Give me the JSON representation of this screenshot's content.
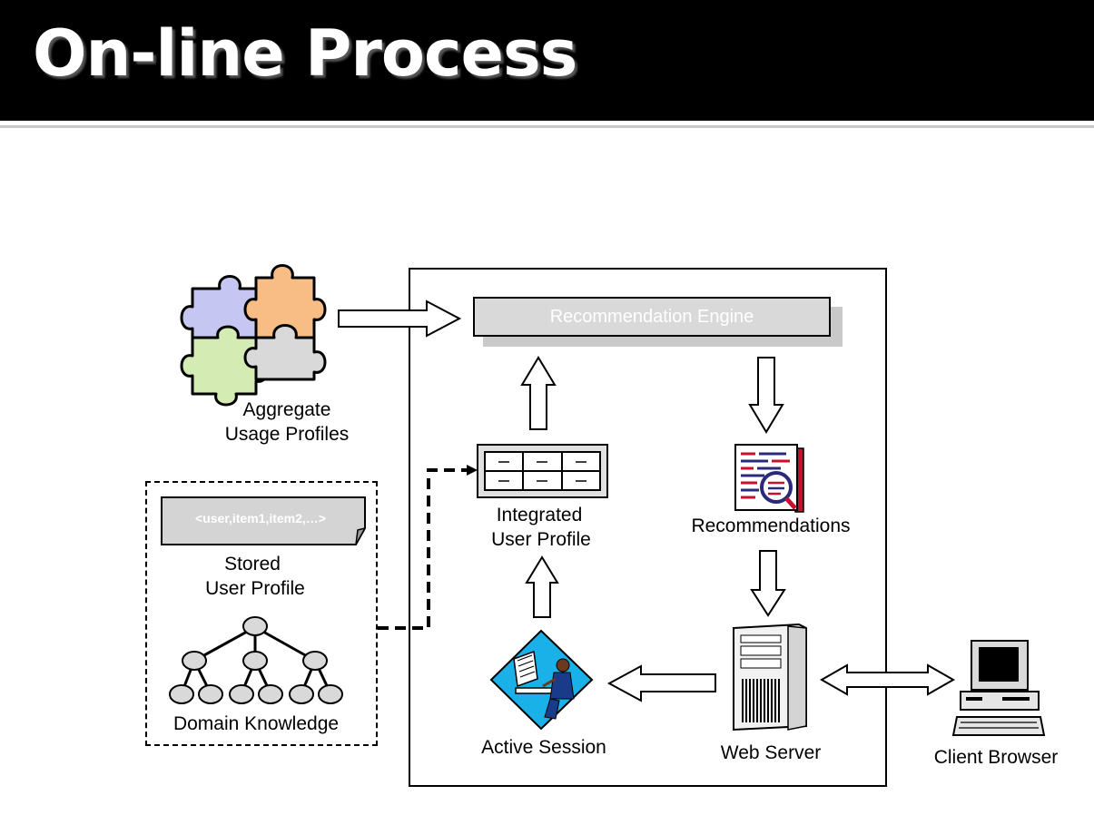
{
  "slide": {
    "title": "On-line Process"
  },
  "diagram": {
    "engine_label": "Recommendation Engine",
    "aggregate_label_1": "Aggregate",
    "aggregate_label_2": "Usage Profiles",
    "integrated_label_1": "Integrated",
    "integrated_label_2": "User Profile",
    "recommendations_label": "Recommendations",
    "stored_tag": "<user,item1,item2,…>",
    "stored_label_1": "Stored",
    "stored_label_2": "User Profile",
    "domain_label": "Domain Knowledge",
    "active_label": "Active Session",
    "webserver_label": "Web Server",
    "client_label": "Client Browser"
  },
  "colors": {
    "title_bar": "#000000",
    "puzzle_blue": "#c6c6f2",
    "puzzle_orange": "#f7bd84",
    "puzzle_green": "#d4ecb4",
    "puzzle_gray": "#d9d9d9",
    "engine_fill": "#d9d9d9",
    "session_cyan": "#1ab0e8",
    "report_red": "#c8102e",
    "report_navy": "#2a2a7a"
  }
}
